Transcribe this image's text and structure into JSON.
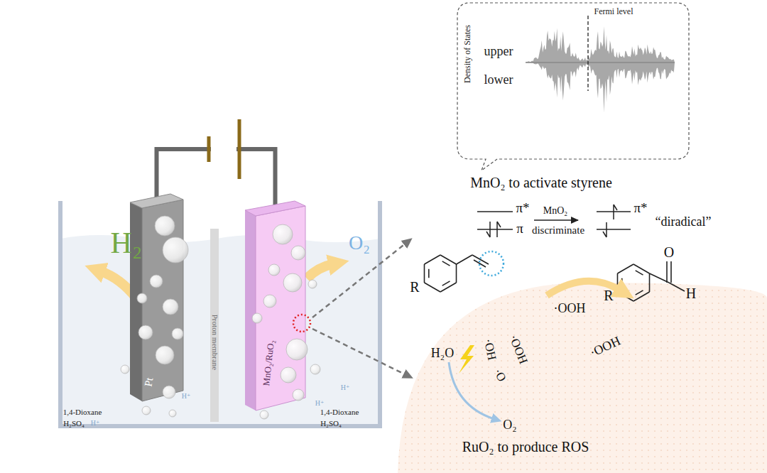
{
  "diagram": {
    "nodes": [
      {
        "text": [
          "Pt"
        ]
      },
      {
        "text": [
          "Proton membrane"
        ]
      },
      {
        "text": [
          "MnO₂/RuO₂"
        ]
      },
      {
        "text": [
          "Density of States",
          "upper",
          "lower",
          "Fermi level"
        ]
      }
    ],
    "edges": [
      {
        "from": 0,
        "to": 2,
        "arrow": "none"
      }
    ],
    "labels": [
      "H₂",
      "O₂",
      "1,4-Dioxane",
      "H₂SO₄",
      "H⁺",
      "H⁺",
      "1,4-Dioxane",
      "H₂SO₄",
      "H⁺",
      "H⁺",
      "MnO₂ to activate styrene",
      "π*",
      "π",
      "MnO₂",
      "discriminate",
      "π*",
      "“diradical”",
      "R",
      "R",
      "O",
      "H",
      "·OOH",
      "H₂O",
      "·OH",
      "·OOH",
      "·OOH",
      "·O",
      "O₂",
      "RuO₂ to produce ROS"
    ]
  }
}
